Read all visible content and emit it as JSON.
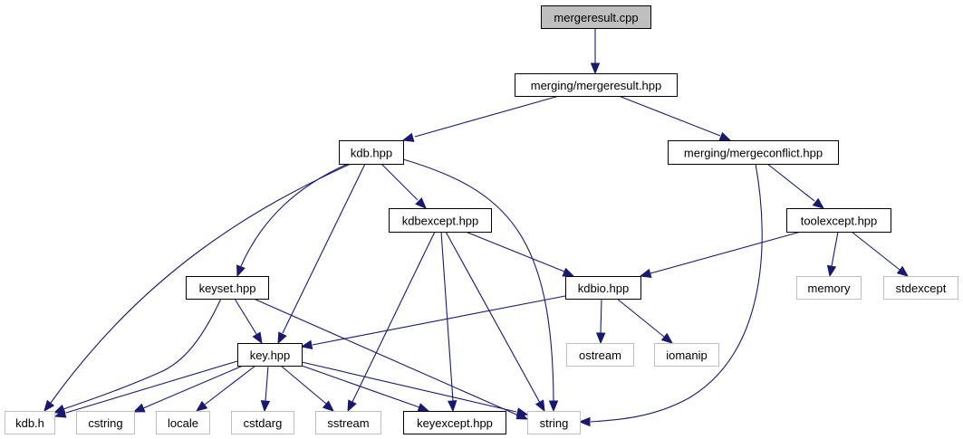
{
  "title": "mergeresult.cpp include dependency graph",
  "colors": {
    "edge": "#191970",
    "root_fill": "#bfbfbf",
    "internal_border": "#000000",
    "external_border": "#bfbfbf"
  },
  "nodes": [
    {
      "id": "mergeresult_cpp",
      "label": "mergeresult.cpp",
      "kind": "root"
    },
    {
      "id": "mergeresult_hpp",
      "label": "merging/mergeresult.hpp",
      "kind": "internal"
    },
    {
      "id": "kdb_hpp",
      "label": "kdb.hpp",
      "kind": "internal"
    },
    {
      "id": "mergeconflict_hpp",
      "label": "merging/mergeconflict.hpp",
      "kind": "internal"
    },
    {
      "id": "kdbexcept_hpp",
      "label": "kdbexcept.hpp",
      "kind": "internal"
    },
    {
      "id": "toolexcept_hpp",
      "label": "toolexcept.hpp",
      "kind": "internal"
    },
    {
      "id": "keyset_hpp",
      "label": "keyset.hpp",
      "kind": "internal"
    },
    {
      "id": "kdbio_hpp",
      "label": "kdbio.hpp",
      "kind": "internal"
    },
    {
      "id": "memory",
      "label": "memory",
      "kind": "external"
    },
    {
      "id": "stdexcept",
      "label": "stdexcept",
      "kind": "external"
    },
    {
      "id": "key_hpp",
      "label": "key.hpp",
      "kind": "internal"
    },
    {
      "id": "ostream",
      "label": "ostream",
      "kind": "external"
    },
    {
      "id": "iomanip",
      "label": "iomanip",
      "kind": "external"
    },
    {
      "id": "kdb_h",
      "label": "kdb.h",
      "kind": "external"
    },
    {
      "id": "cstring",
      "label": "cstring",
      "kind": "external"
    },
    {
      "id": "locale",
      "label": "locale",
      "kind": "external"
    },
    {
      "id": "cstdarg",
      "label": "cstdarg",
      "kind": "external"
    },
    {
      "id": "sstream",
      "label": "sstream",
      "kind": "external"
    },
    {
      "id": "keyexcept_hpp",
      "label": "keyexcept.hpp",
      "kind": "internal"
    },
    {
      "id": "string",
      "label": "string",
      "kind": "external"
    }
  ],
  "edges": [
    {
      "from": "mergeresult_cpp",
      "to": "mergeresult_hpp"
    },
    {
      "from": "mergeresult_hpp",
      "to": "kdb_hpp"
    },
    {
      "from": "mergeresult_hpp",
      "to": "mergeconflict_hpp"
    },
    {
      "from": "kdb_hpp",
      "to": "kdbexcept_hpp"
    },
    {
      "from": "kdb_hpp",
      "to": "keyset_hpp"
    },
    {
      "from": "kdb_hpp",
      "to": "key_hpp"
    },
    {
      "from": "kdb_hpp",
      "to": "kdb_h"
    },
    {
      "from": "kdb_hpp",
      "to": "string"
    },
    {
      "from": "mergeconflict_hpp",
      "to": "toolexcept_hpp"
    },
    {
      "from": "mergeconflict_hpp",
      "to": "string"
    },
    {
      "from": "kdbexcept_hpp",
      "to": "kdbio_hpp"
    },
    {
      "from": "kdbexcept_hpp",
      "to": "sstream"
    },
    {
      "from": "kdbexcept_hpp",
      "to": "keyexcept_hpp"
    },
    {
      "from": "kdbexcept_hpp",
      "to": "string"
    },
    {
      "from": "toolexcept_hpp",
      "to": "kdbio_hpp"
    },
    {
      "from": "toolexcept_hpp",
      "to": "memory"
    },
    {
      "from": "toolexcept_hpp",
      "to": "stdexcept"
    },
    {
      "from": "keyset_hpp",
      "to": "key_hpp"
    },
    {
      "from": "keyset_hpp",
      "to": "kdb_h"
    },
    {
      "from": "keyset_hpp",
      "to": "string"
    },
    {
      "from": "kdbio_hpp",
      "to": "key_hpp"
    },
    {
      "from": "kdbio_hpp",
      "to": "ostream"
    },
    {
      "from": "kdbio_hpp",
      "to": "iomanip"
    },
    {
      "from": "key_hpp",
      "to": "kdb_h"
    },
    {
      "from": "key_hpp",
      "to": "cstring"
    },
    {
      "from": "key_hpp",
      "to": "locale"
    },
    {
      "from": "key_hpp",
      "to": "cstdarg"
    },
    {
      "from": "key_hpp",
      "to": "sstream"
    },
    {
      "from": "key_hpp",
      "to": "keyexcept_hpp"
    },
    {
      "from": "key_hpp",
      "to": "string"
    }
  ]
}
